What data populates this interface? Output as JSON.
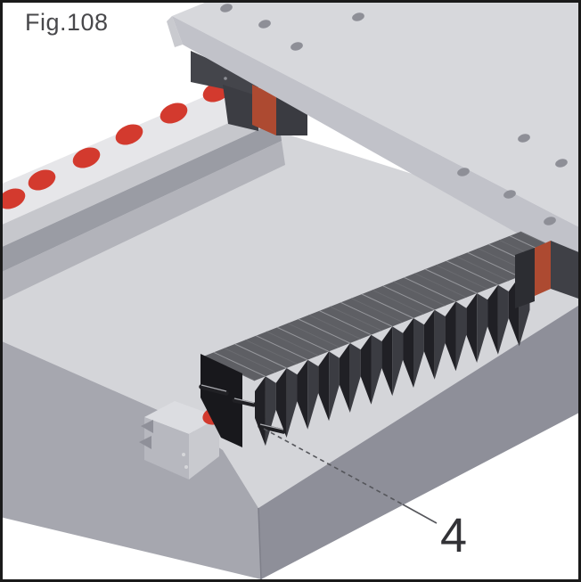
{
  "figure": {
    "label": "Fig.108"
  },
  "callout": {
    "number": "4"
  },
  "colors": {
    "background": "#ffffff",
    "frame": "#1a1a1a",
    "red_marker": "#d23a2e",
    "carriage_red": "#ad4a31",
    "bellows_dark": "#202025",
    "bellows_mid": "#3b3c42",
    "bellows_top": "#5e5f64",
    "metal_light": "#d6d7db",
    "metal_medium": "#a6a7af",
    "metal_dark": "#8e8f99"
  },
  "parts": [
    "machine-bed",
    "table-plate",
    "plate-mounting-holes",
    "linear-guide-rail",
    "rail-bolt-holes",
    "rail-carriage",
    "bellows-cover",
    "bellows-mounting-pins",
    "leader-line"
  ]
}
